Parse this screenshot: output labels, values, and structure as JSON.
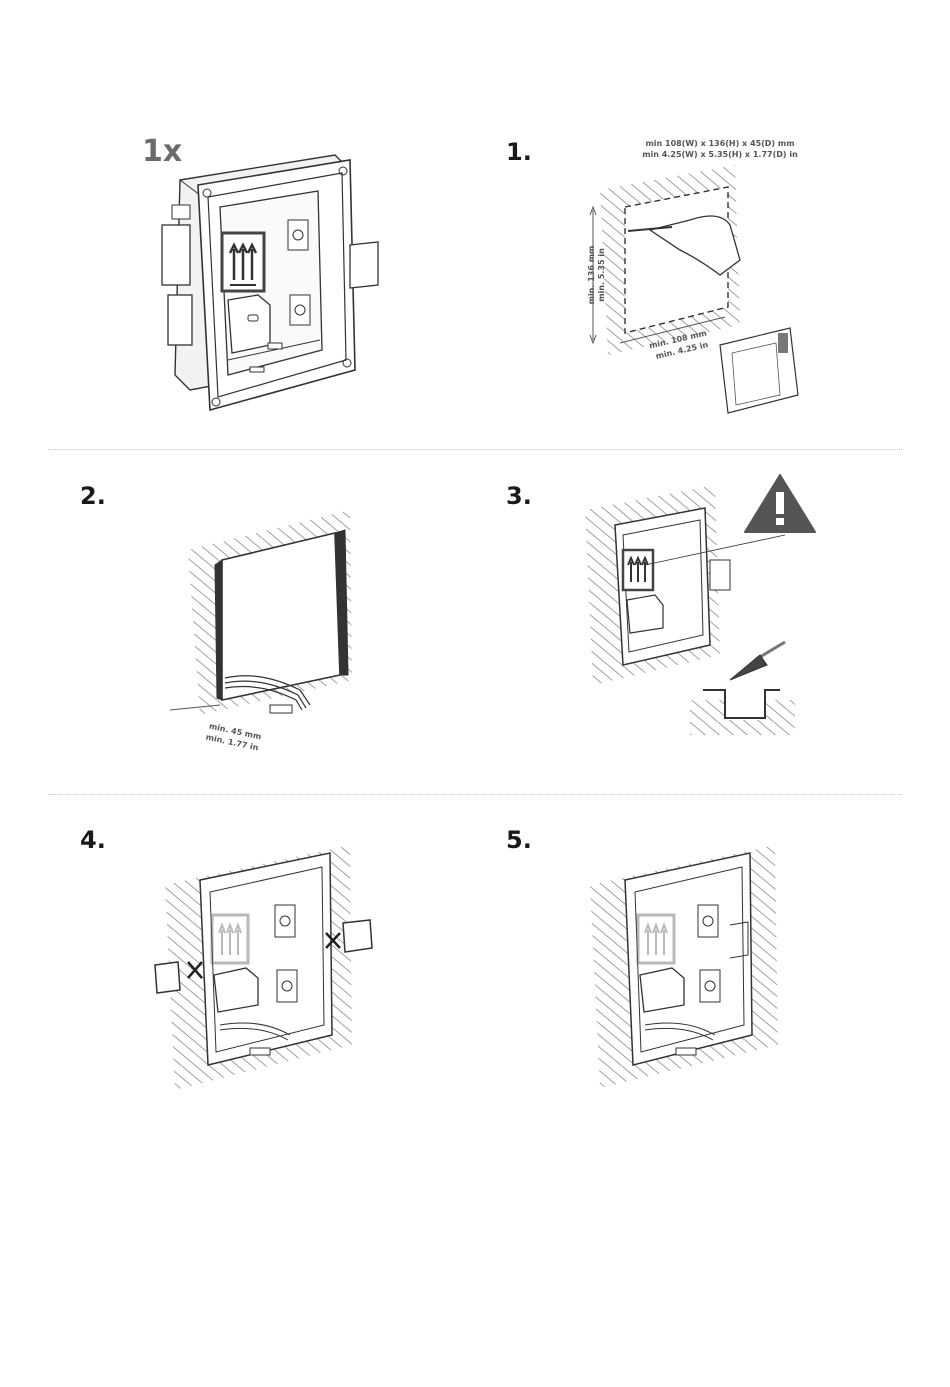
{
  "panels": {
    "qty": {
      "label": "1x"
    },
    "step1": {
      "number": "1.",
      "dims_line1": "min 108(W) x 136(H) x 45(D) mm",
      "dims_line2": "min 4.25(W) x 5.35(H) x 1.77(D) in",
      "height_mm": "min. 136 mm",
      "height_in": "min. 5.35 in",
      "width_mm": "min. 108 mm",
      "width_in": "min. 4.25 in"
    },
    "step2": {
      "number": "2.",
      "depth_mm": "min. 45 mm",
      "depth_in": "min. 1.77 in"
    },
    "step3": {
      "number": "3."
    },
    "step4": {
      "number": "4."
    },
    "step5": {
      "number": "5."
    }
  },
  "icons": {
    "warning": "warning-triangle-icon",
    "arrows": "this-side-up-arrows-icon",
    "trowel": "trowel-icon",
    "remove": "cross-mark-icon"
  },
  "colors": {
    "line": "#333333",
    "hatch": "#9a9a9a",
    "label": "#555555",
    "warning": "#555555"
  }
}
